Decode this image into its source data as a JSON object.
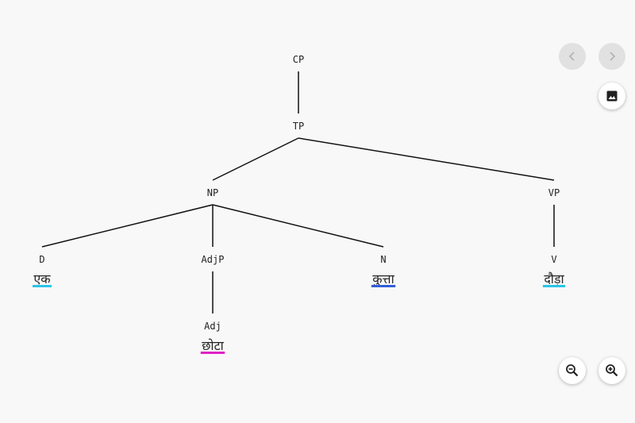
{
  "tree": {
    "nodes": [
      {
        "id": "cp",
        "label": "CP"
      },
      {
        "id": "tp",
        "label": "TP"
      },
      {
        "id": "np",
        "label": "NP"
      },
      {
        "id": "vp",
        "label": "VP"
      },
      {
        "id": "d",
        "label": "D",
        "word": "एक",
        "color": "#29c4e6"
      },
      {
        "id": "adjp",
        "label": "AdjP"
      },
      {
        "id": "n",
        "label": "N",
        "word": "कुत्ता",
        "color": "#2f5fd6"
      },
      {
        "id": "v",
        "label": "V",
        "word": "दौड़ा",
        "color": "#29c4e6"
      },
      {
        "id": "adj",
        "label": "Adj",
        "word": "छोटा",
        "color": "#e020c4"
      }
    ],
    "edges": [
      [
        "cp",
        "tp"
      ],
      [
        "tp",
        "np"
      ],
      [
        "tp",
        "vp"
      ],
      [
        "np",
        "d"
      ],
      [
        "np",
        "adjp"
      ],
      [
        "np",
        "n"
      ],
      [
        "vp",
        "v"
      ],
      [
        "adjp",
        "adj"
      ]
    ]
  },
  "controls": {
    "prev_icon": "chevron-left-icon",
    "next_icon": "chevron-right-icon",
    "image_icon": "image-icon",
    "zoom_out_icon": "zoom-out-icon",
    "zoom_in_icon": "zoom-in-icon"
  }
}
